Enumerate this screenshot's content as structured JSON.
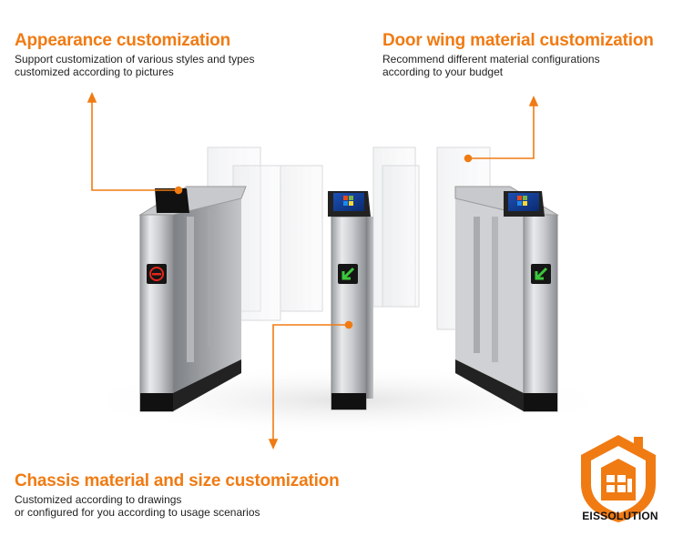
{
  "callouts": {
    "appearance": {
      "title": "Appearance customization",
      "lines": [
        "Support customization of various styles and types",
        "customized according to pictures"
      ]
    },
    "door_wing": {
      "title": "Door wing material customization",
      "lines": [
        "Recommend different material configurations",
        "according to your budget"
      ]
    },
    "chassis": {
      "title": "Chassis material and size customization",
      "lines": [
        "Customized according to drawings",
        "or configured for you according to usage scenarios"
      ]
    }
  },
  "brand": {
    "name": "EISSOLUTION",
    "accent_color": "#f07b13"
  },
  "indicators": {
    "left_unit": "no-entry-icon",
    "middle_unit": "green-arrow-icon",
    "right_unit": "green-arrow-icon"
  }
}
